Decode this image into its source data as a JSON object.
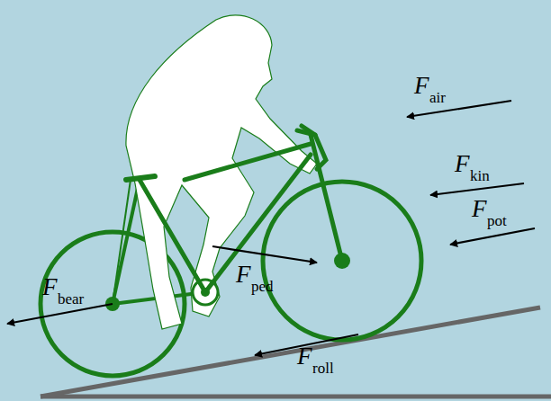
{
  "diagram": {
    "labels": [
      "F",
      "air",
      "F",
      "kin",
      "F",
      "pot",
      "F",
      "ped",
      "F",
      "bear",
      "F",
      "roll"
    ]
  }
}
